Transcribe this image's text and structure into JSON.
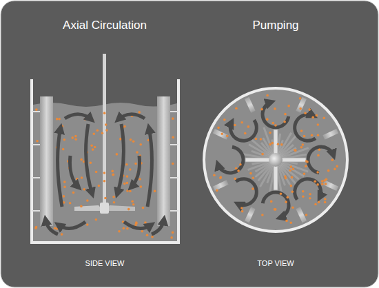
{
  "diagram": {
    "labels": [
      "Axial Circulation",
      "Pumping",
      "SIDE VIEW",
      "TOP VIEW"
    ]
  }
}
